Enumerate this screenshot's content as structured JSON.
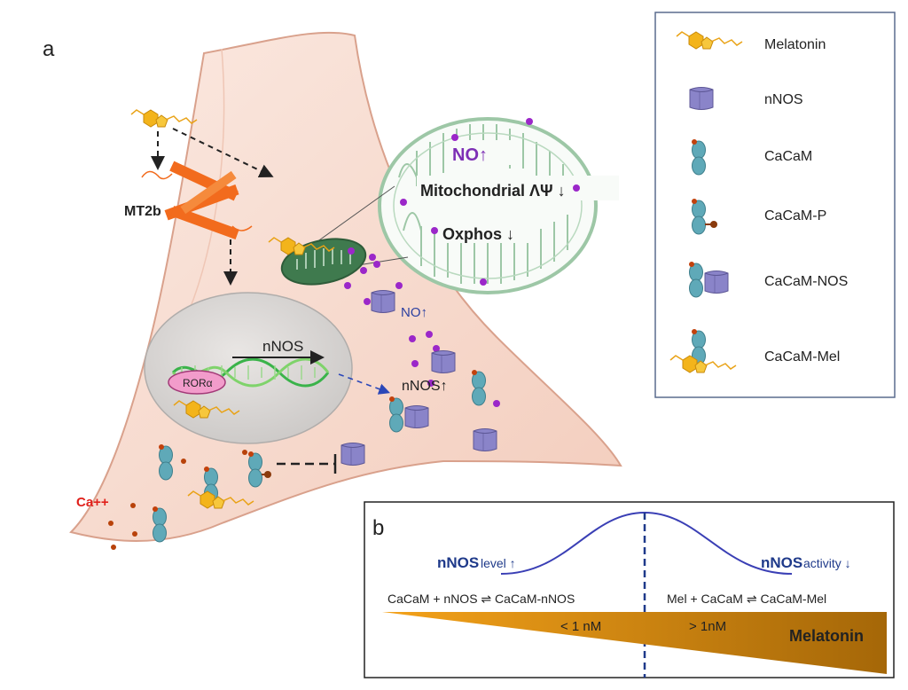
{
  "panel_a": {
    "letter": "a",
    "receptor_label": "MT2b",
    "mito_labels": {
      "no": "NO↑",
      "potential": "Mitochondrial ΛΨ ↓",
      "oxphos": "Oxphos ↓"
    },
    "nucleus": {
      "gene_label": "nNOS",
      "receptor_label": "RORα"
    },
    "cyto_labels": {
      "no": "NO↑",
      "nnos": "nNOS↑"
    },
    "calcium_label": "Ca++"
  },
  "legend": {
    "items": [
      {
        "label": "Melatonin",
        "icon": "melatonin-icon"
      },
      {
        "label": "nNOS",
        "icon": "nnos-icon"
      },
      {
        "label": "CaCaM",
        "icon": "cacam-icon"
      },
      {
        "label": "CaCaM-P",
        "icon": "cacam-p-icon"
      },
      {
        "label": "CaCaM-NOS",
        "icon": "cacam-nos-icon"
      },
      {
        "label": "CaCaM-Mel",
        "icon": "cacam-mel-icon"
      }
    ]
  },
  "panel_b": {
    "letter": "b",
    "left_bold": "nNOS",
    "left_small": "level ↑",
    "right_bold": "nNOS",
    "right_small": "activity ↓",
    "left_equation": "CaCaM + nNOS ⇌ CaCaM-nNOS",
    "right_equation": "Mel + CaCaM ⇌ CaCaM-Mel",
    "low_threshold": "< 1 nM",
    "high_threshold": "> 1nM",
    "gradient_label": "Melatonin"
  },
  "colors": {
    "cell_fill": "#f6d8cc",
    "cell_edge": "#d9a18c",
    "melatonin": "#f3b41b",
    "nnos": "#8a84c9",
    "cacam": "#5fa9b8",
    "no_dot": "#9b27c9",
    "receptor": "#f26b1d",
    "mito": "#9dc7a6",
    "text_blue": "#1f3a8a",
    "text_purple": "#7d2fb5",
    "calcium": "#e0201a",
    "gradient_start": "#f4a21a",
    "gradient_end": "#a56708"
  }
}
